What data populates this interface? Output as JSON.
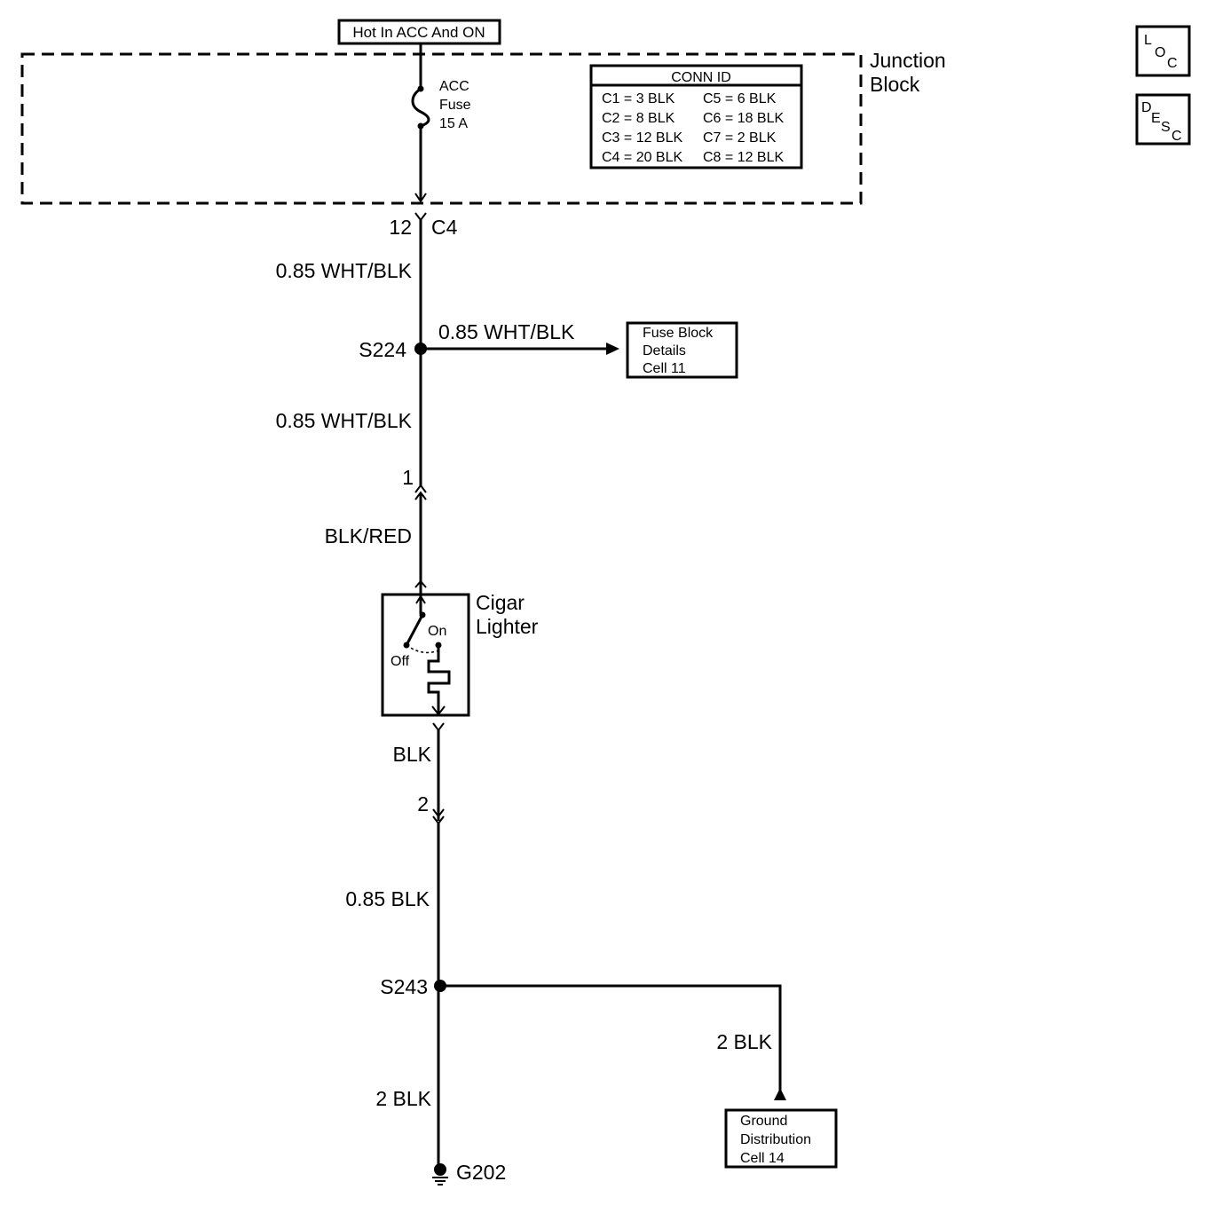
{
  "power_source": "Hot In ACC And ON",
  "junction_block": {
    "label_line1": "Junction",
    "label_line2": "Block",
    "fuse": [
      "ACC",
      "Fuse",
      "15 A"
    ],
    "conn_id": {
      "title": "CONN ID",
      "entries": [
        "C1 = 3 BLK",
        "C5 = 6 BLK",
        "C2 = 8 BLK",
        "C6 = 18 BLK",
        "C3 = 12 BLK",
        "C7 = 2 BLK",
        "C4 = 20 BLK",
        "C8 = 12 BLK"
      ]
    }
  },
  "connector_c4": {
    "pin": "12",
    "name": "C4"
  },
  "wires": {
    "w1": "0.85 WHT/BLK",
    "w_branch": "0.85 WHT/BLK",
    "w2": "0.85 WHT/BLK",
    "w3": "BLK/RED",
    "w4": "BLK",
    "w5": "0.85 BLK",
    "w6": "2 BLK",
    "w7": "2 BLK"
  },
  "splices": {
    "s224": "S224",
    "s243": "S243"
  },
  "pins": {
    "p1": "1",
    "p2": "2"
  },
  "cigar_lighter": {
    "line1": "Cigar",
    "line2": "Lighter",
    "on": "On",
    "off": "Off"
  },
  "refs": {
    "fuse_block": [
      "Fuse Block",
      "Details",
      "Cell 11"
    ],
    "ground_dist": [
      "Ground",
      "Distribution",
      "Cell 14"
    ]
  },
  "ground": "G202",
  "nav": {
    "loc": [
      "L",
      "O",
      "C"
    ],
    "desc": [
      "D",
      "E",
      "S",
      "C"
    ]
  }
}
